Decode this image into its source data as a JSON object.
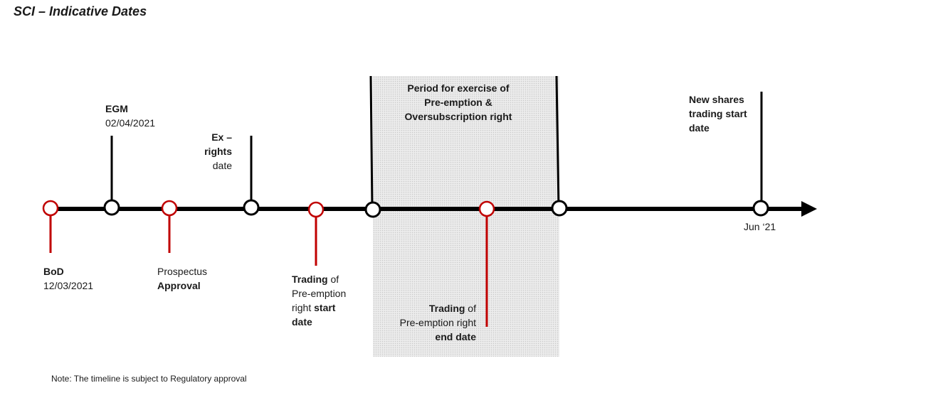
{
  "title": "SCI – Indicative Dates",
  "colors": {
    "line": "#000000",
    "red": "#c00000",
    "shade": "#ececec"
  },
  "events": {
    "bod": {
      "name": "BoD",
      "date": "12/03/2021"
    },
    "egm": {
      "name": "EGM",
      "date": "02/04/2021"
    },
    "prospectus": {
      "line1": "Prospectus",
      "line2": "Approval"
    },
    "ex_rights": {
      "line1": "Ex –",
      "line2": "rights",
      "line3": "date"
    },
    "trading_start": {
      "bold1": "Trading",
      "text1": " of",
      "line2": "Pre-emption",
      "text3": "right ",
      "bold3": "start",
      "bold4": "date"
    },
    "exercise_period": {
      "line1": "Period for exercise of",
      "line2": "Pre-emption &",
      "line3": "Oversubscription right"
    },
    "trading_end": {
      "bold1": "Trading",
      "text1": " of",
      "line2": "Pre-emption right",
      "bold3": "end date"
    },
    "new_shares": {
      "line1": "New shares",
      "line2": "trading start",
      "line3": "date"
    },
    "end": {
      "label": "Jun ‘21"
    }
  },
  "note": "Note: The timeline is subject to Regulatory approval"
}
